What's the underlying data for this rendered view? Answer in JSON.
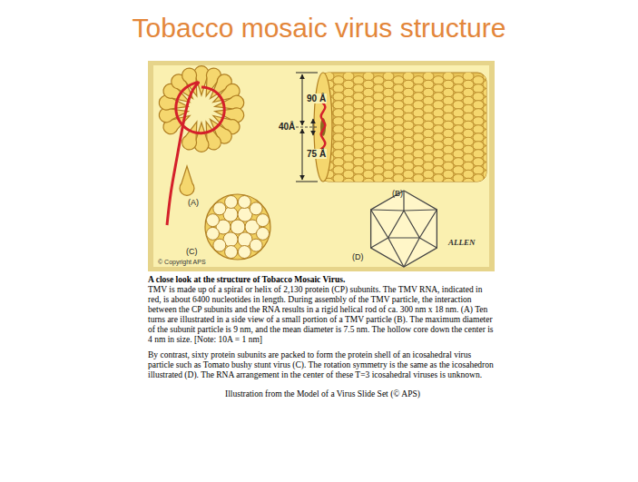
{
  "diagram": {
    "title": "Tobacco mosaic virus structure",
    "caption": "Illustration from the Model of a Virus Slide Set (© APS)",
    "labels": [
      "90 Å",
      "40Å",
      "75 Å",
      "(A)",
      "(B)",
      "(C)",
      "(D)",
      "© Copyright APS",
      "ALLEN",
      "A close look at the structure of Tobacco Mosaic Virus.",
      "TMV is made up of a spiral or helix of 2,130 protein (CP) subunits. The TMV RNA, indicated in red, is about 6400 nucleotides in length. During assembly of the TMV particle, the interaction between the CP subunits and the RNA results in a rigid helical rod of ca. 300 nm x 18 nm. (A) Ten turns are illustrated in a side view of a small portion of a TMV particle (B). The maximum diameter of the subunit particle is 9 nm, and the mean diameter is 7.5 nm. The hollow core down the center is 4 nm in size. [Note: 10A = 1 nm]",
      "By contrast, sixty protein subunits are packed to form the protein shell of an icosahedral virus particle such as Tomato bushy stunt virus (C). The rotation symmetry is the same as the icosahedron illustrated (D). The RNA arrangement in the center of these T=3 icosahedral viruses is unknown."
    ]
  }
}
